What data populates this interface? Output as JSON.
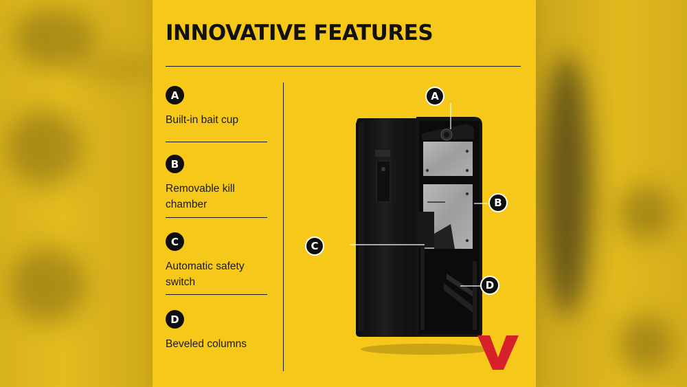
{
  "headline": "INNOVATIVE FEATURES",
  "features": [
    {
      "letter": "A",
      "text": "Built-in bait cup"
    },
    {
      "letter": "B",
      "text": "Removable kill chamber"
    },
    {
      "letter": "C",
      "text": "Automatic safety switch"
    },
    {
      "letter": "D",
      "text": "Beveled columns"
    }
  ],
  "callouts": {
    "a": "A",
    "b": "B",
    "c": "C",
    "d": "D"
  },
  "colors": {
    "panel": "#f6c81a",
    "badge": "#0f0f0f",
    "logo": "#d6202a"
  },
  "icons": {
    "logo": "brand-v-logo-icon",
    "device": "rat-trap-device-illustration"
  }
}
